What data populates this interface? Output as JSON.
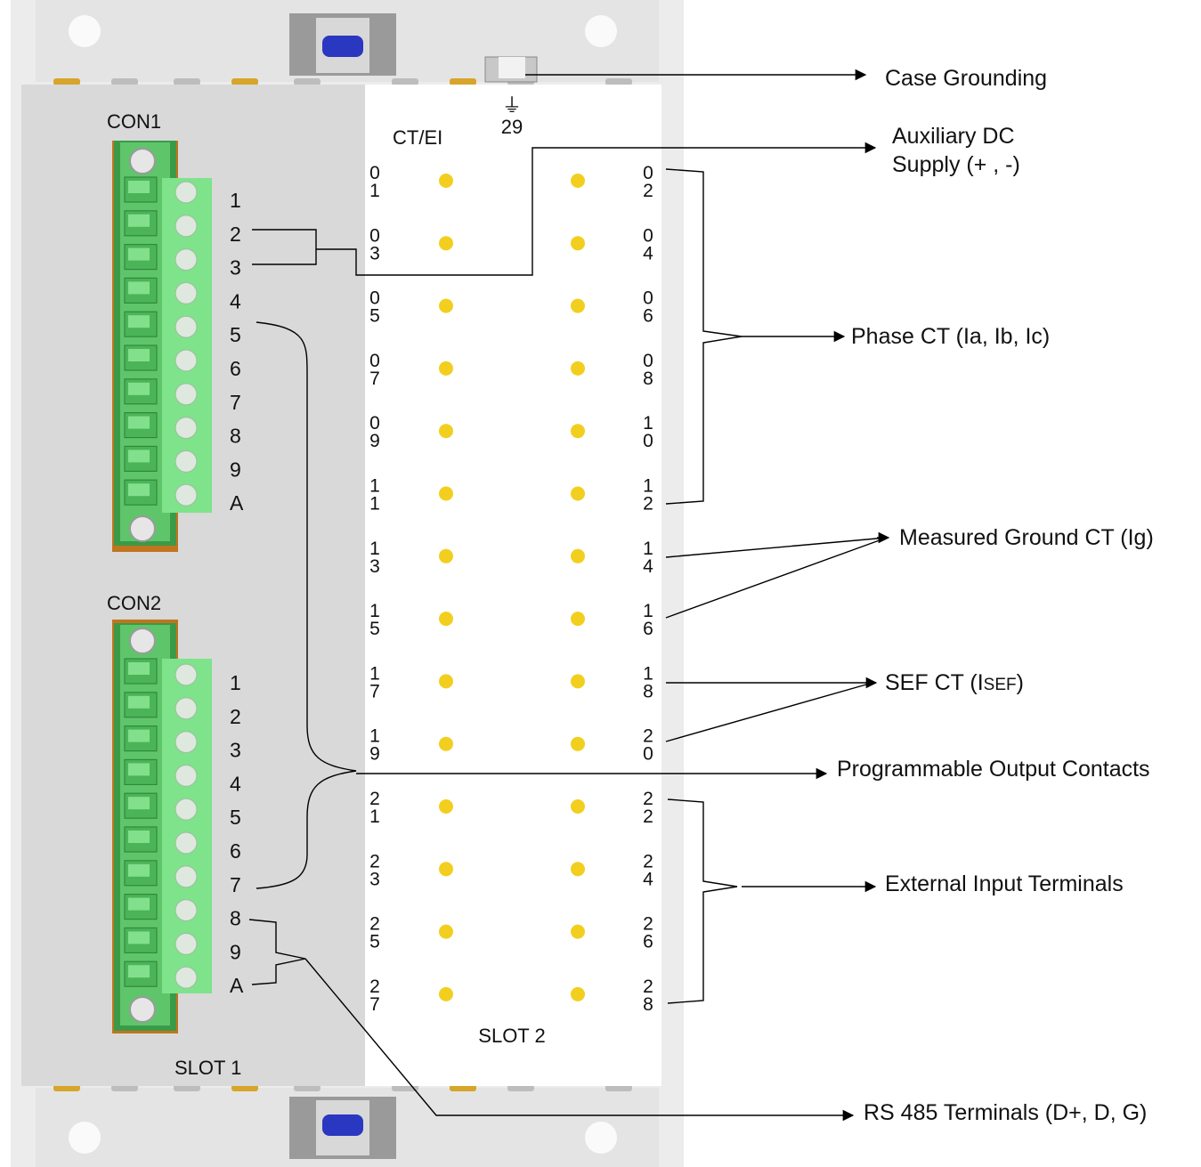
{
  "slot1": {
    "label": "SLOT 1",
    "con1": {
      "label": "CON1",
      "pins": [
        "1",
        "2",
        "3",
        "4",
        "5",
        "6",
        "7",
        "8",
        "9",
        "A"
      ]
    },
    "con2": {
      "label": "CON2",
      "pins": [
        "1",
        "2",
        "3",
        "4",
        "5",
        "6",
        "7",
        "8",
        "9",
        "A"
      ]
    }
  },
  "slot2": {
    "label": "SLOT 2",
    "header": "CT/EI",
    "ground_symbol": "⏚",
    "ground_number": "29",
    "left_terminals": [
      [
        "0",
        "1"
      ],
      [
        "0",
        "3"
      ],
      [
        "0",
        "5"
      ],
      [
        "0",
        "7"
      ],
      [
        "0",
        "9"
      ],
      [
        "1",
        "1"
      ],
      [
        "1",
        "3"
      ],
      [
        "1",
        "5"
      ],
      [
        "1",
        "7"
      ],
      [
        "1",
        "9"
      ],
      [
        "2",
        "1"
      ],
      [
        "2",
        "3"
      ],
      [
        "2",
        "5"
      ],
      [
        "2",
        "7"
      ]
    ],
    "right_terminals": [
      [
        "0",
        "2"
      ],
      [
        "0",
        "4"
      ],
      [
        "0",
        "6"
      ],
      [
        "0",
        "8"
      ],
      [
        "1",
        "0"
      ],
      [
        "1",
        "2"
      ],
      [
        "1",
        "4"
      ],
      [
        "1",
        "6"
      ],
      [
        "1",
        "8"
      ],
      [
        "2",
        "0"
      ],
      [
        "2",
        "2"
      ],
      [
        "2",
        "4"
      ],
      [
        "2",
        "6"
      ],
      [
        "2",
        "8"
      ]
    ],
    "terminal_color": "#f2cf1f"
  },
  "callouts": {
    "case_grounding": "Case Grounding",
    "aux_dc_line1": "Auxiliary DC",
    "aux_dc_line2": "Supply (+ , -)",
    "phase_ct": "Phase CT (Ia, Ib, Ic)",
    "measured_ground_ct": "Measured Ground CT (Ig)",
    "sef_ct_prefix": "SEF CT (I",
    "sef_ct_sub": "SEF",
    "sef_ct_suffix": ")",
    "programmable_output": "Programmable Output Contacts",
    "external_input": "External Input Terminals",
    "rs485": "RS 485 Terminals (D+, D, G)"
  },
  "colors": {
    "connector_green": "#7ee38a",
    "connector_dark": "#3a9a48",
    "panel_gray": "#d9d9d9",
    "terminal_yellow": "#f2cf1f"
  }
}
